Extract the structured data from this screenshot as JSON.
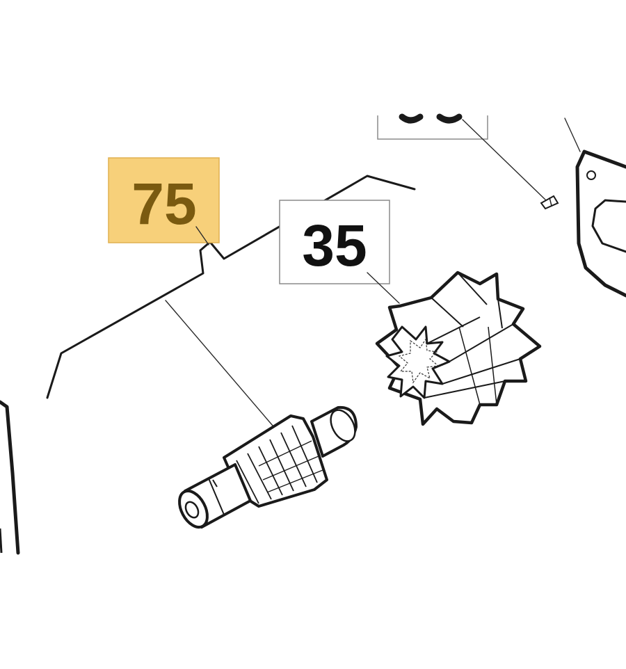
{
  "callouts": [
    {
      "id": "75",
      "label": "75",
      "highlighted": true,
      "color": "#f7d07a",
      "text_color": "#7a5a10"
    },
    {
      "id": "35",
      "label": "35",
      "highlighted": false,
      "color": "#ffffff",
      "text_color": "#111111"
    }
  ],
  "parts": [
    {
      "ref": "75",
      "icon": "pinion-shaft-icon"
    },
    {
      "ref": "35",
      "icon": "star-gear-icon"
    }
  ]
}
